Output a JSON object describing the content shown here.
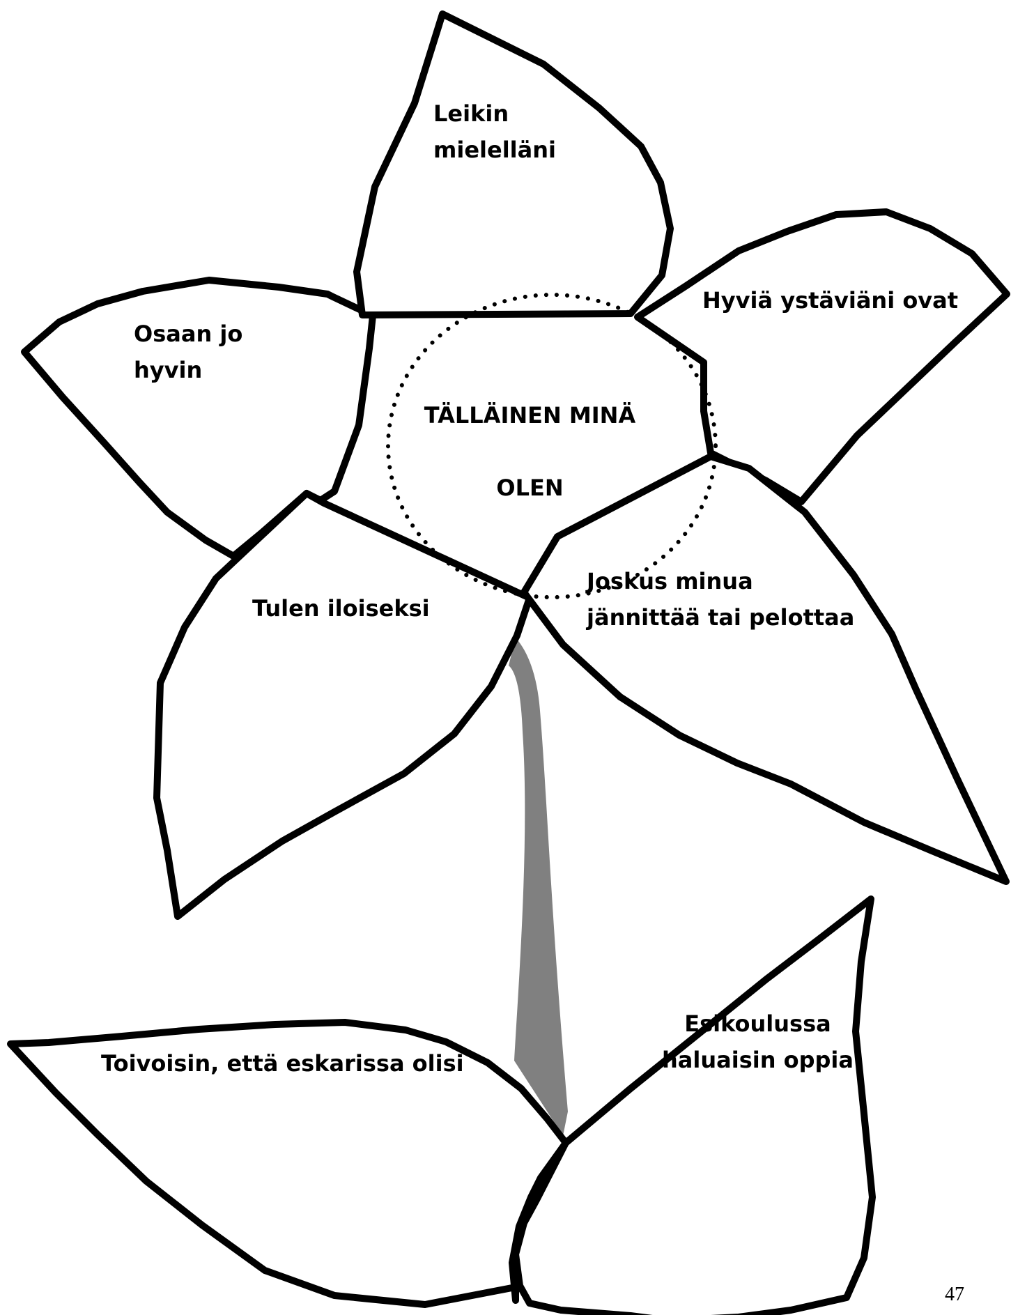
{
  "center": {
    "title_line1": "TÄLLÄINEN MINÄ",
    "title_line2": "OLEN"
  },
  "petals": {
    "top": "Leikin\nmielelläni",
    "upper_right": "Hyviä ystäviäni ovat",
    "upper_left": "Osaan jo\nhyvin",
    "lower_left": "Tulen iloiseksi",
    "lower_right": "Joskus minua\njännittää tai pelottaa"
  },
  "leaves": {
    "left": "Toivoisin, että eskarissa olisi",
    "right": "Esikoulussa\nhaluaisin oppia"
  },
  "page_number": "47",
  "colors": {
    "outline": "#000000",
    "stem": "#808080",
    "background": "#ffffff"
  }
}
